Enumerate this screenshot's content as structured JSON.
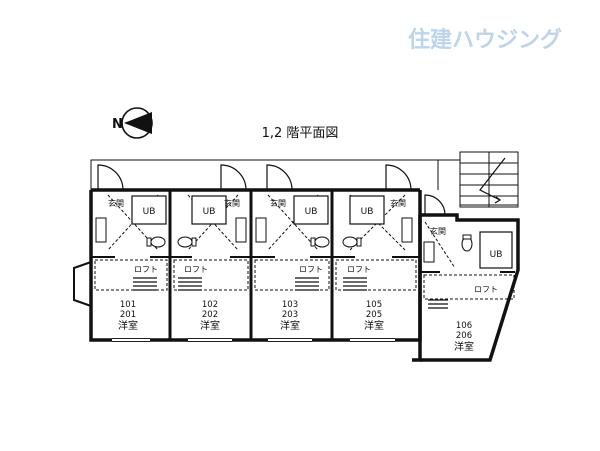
{
  "brand": {
    "name": "住建ハウジング",
    "color": "#bcd4ec"
  },
  "plan": {
    "title": "1,2 階平面図",
    "north_label": "N",
    "entrance_label": "玄関",
    "bath_label": "UB",
    "loft_label": "ロフト",
    "room_type_label": "洋室",
    "units": [
      {
        "lower": "101",
        "upper": "201"
      },
      {
        "lower": "102",
        "upper": "202"
      },
      {
        "lower": "103",
        "upper": "203"
      },
      {
        "lower": "105",
        "upper": "205"
      },
      {
        "lower": "106",
        "upper": "206"
      }
    ]
  },
  "colors": {
    "ink": "#111111",
    "paper": "#ffffff"
  }
}
